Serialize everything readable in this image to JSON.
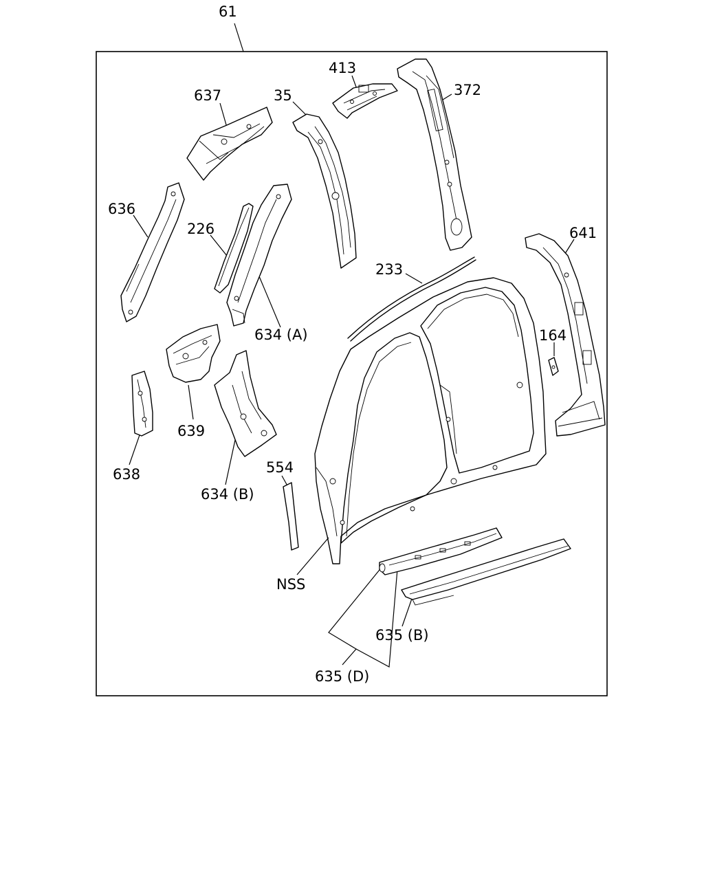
{
  "diagram": {
    "assembly_label": "61",
    "callouts": {
      "p413": "413",
      "p372": "372",
      "p637": "637",
      "p35": "35",
      "p636": "636",
      "p226": "226",
      "p641": "641",
      "p233": "233",
      "p634a": "634 (A)",
      "p164": "164",
      "p639": "639",
      "p638": "638",
      "p554": "554",
      "p634b": "634 (B)",
      "pnss": "NSS",
      "p635b": "635 (B)",
      "p635d": "635 (D)"
    }
  }
}
